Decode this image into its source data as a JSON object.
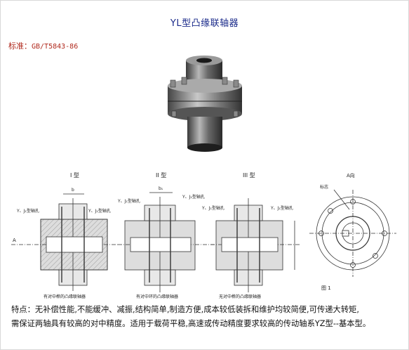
{
  "page": {
    "title": "YL型凸缘联轴器",
    "standard_label": "标准：",
    "standard_code": "GB/T5843-86"
  },
  "photo": {
    "subject": "flange-coupling-product-photo"
  },
  "drawing": {
    "views": [
      {
        "type_label": "I 型",
        "caption": "有对中榫的凸缘联轴器",
        "key_label_1": "Y、J₁型轴孔",
        "key_label_2": "Y、J₁型轴孔"
      },
      {
        "type_label": "II 型",
        "caption": "有对中环的凸缘联轴器",
        "key_label_1": "Y、J₁型轴孔",
        "key_label_2": "Y、J₁型轴孔"
      },
      {
        "type_label": "III 型",
        "caption": "无对中榫的凸缘联轴器",
        "key_label_1": "Y、J₁型轴孔",
        "key_label_2": "Y、J₁型轴孔"
      }
    ],
    "end_view": {
      "label": "A向",
      "mark_label": "标志",
      "figure_caption": "图 1"
    },
    "arrow_label": "A",
    "dim_b": "b",
    "dim_b1": "b₁"
  },
  "description": {
    "line1": "特点：无补偿性能,不能缓冲、减振,结构简单,制造方便,成本较低装拆和维护均较简便,可传递大转矩,",
    "line2": "需保证两轴具有较高的对中精度。适用于载荷平稳,高速或传动精度要求较高的传动轴系YZ型--基本型。"
  },
  "colors": {
    "title": "#1a2a8a",
    "standard": "#b0281c",
    "text": "#111111"
  }
}
